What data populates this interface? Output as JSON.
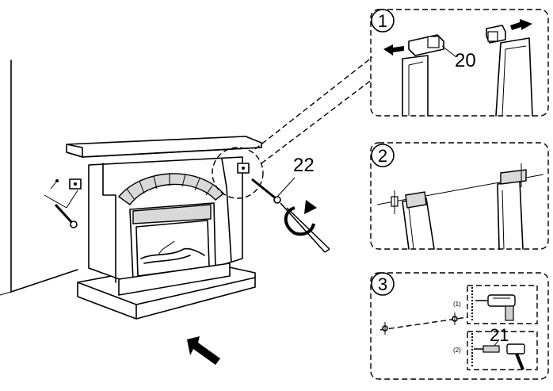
{
  "main_scene": {
    "callout_22": "22"
  },
  "panel_1": {
    "step_number": "1",
    "callout_20": "20"
  },
  "panel_2": {
    "step_number": "2"
  },
  "panel_3": {
    "step_number": "3",
    "substep_1": "(1)",
    "substep_2": "(2)",
    "callout_21": "21"
  }
}
